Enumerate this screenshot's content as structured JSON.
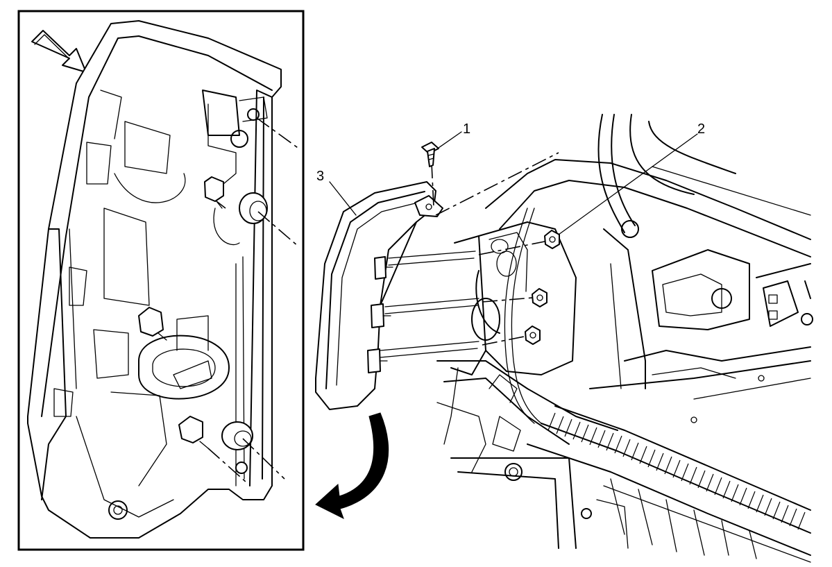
{
  "callouts": [
    {
      "id": "callout-1",
      "label": "1"
    },
    {
      "id": "callout-2",
      "label": "2"
    },
    {
      "id": "callout-3",
      "label": "3"
    }
  ],
  "icons": {
    "view_direction": "view-direction-arrow-icon",
    "removal_direction": "removal-direction-arrow-icon"
  },
  "colors": {
    "ink": "#000000",
    "paper": "#ffffff"
  }
}
